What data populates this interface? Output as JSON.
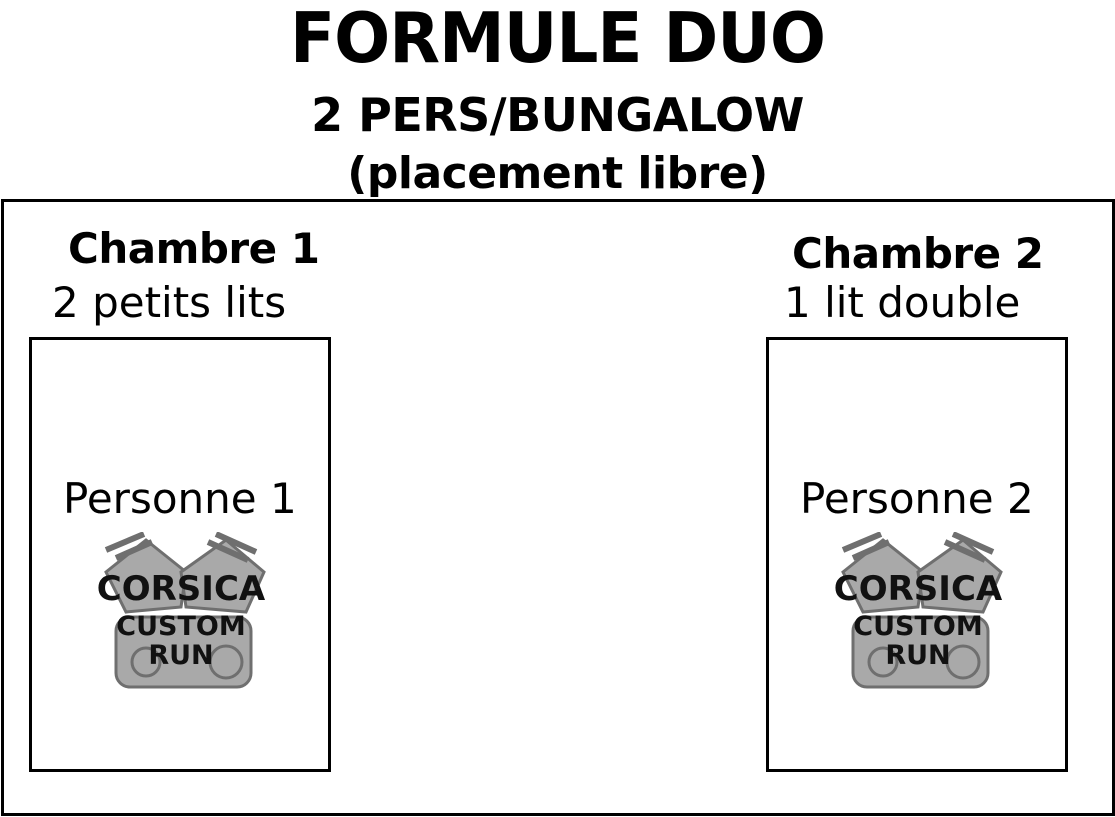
{
  "header": {
    "title": "FORMULE DUO",
    "subtitle": "2 PERS/BUNGALOW",
    "note": "(placement libre)"
  },
  "rooms": [
    {
      "name": "Chambre 1",
      "beds": "2 petits lits",
      "person": "Personne 1"
    },
    {
      "name": "Chambre 2",
      "beds": "1 lit double",
      "person": "Personne 2"
    }
  ],
  "logo": {
    "line1": "CORSICA",
    "line2": "CUSTOM",
    "line3": "RUN",
    "icon": "motorcycle-engine-icon",
    "engine_color": "#a9a9a9",
    "engine_dark": "#6f6f6f"
  }
}
